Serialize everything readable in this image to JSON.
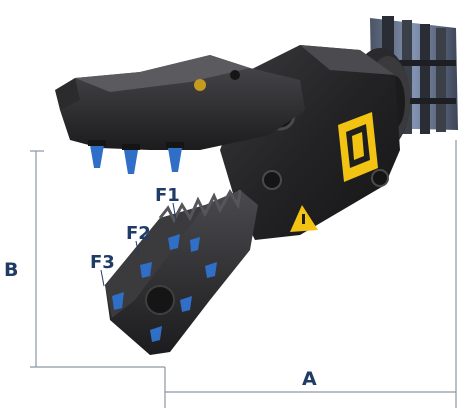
{
  "dimensions": {
    "a_label": "A",
    "b_label": "B"
  },
  "force_points": [
    "F1",
    "F2",
    "F3"
  ],
  "colors": {
    "dimension_line": "#8a97a6",
    "label_blue": "#1f3b66",
    "body_dark": "#1e1e1f",
    "body_mid": "#2c2c2e",
    "body_light": "#47474a",
    "bolt_blue": "#2f6fc8",
    "warning_yellow": "#f3c313",
    "mount_blue": "#6f86b0"
  },
  "icons": [
    "warning-triangle-icon",
    "brand-sticker-icon"
  ]
}
